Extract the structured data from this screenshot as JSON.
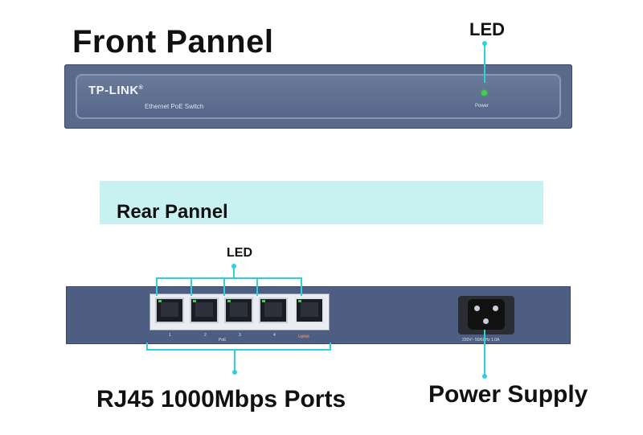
{
  "front": {
    "title": "Front Pannel",
    "led_label": "LED",
    "brand": "TP-LINK",
    "registered": "®",
    "model": "Ethernet PoE Switch",
    "power_text": "Power"
  },
  "rear": {
    "title": "Rear Pannel",
    "led_label": "LED",
    "port_numbers": [
      "1",
      "2",
      "3",
      "4"
    ],
    "poe_label": "PoE",
    "uplink_label": "Uplink",
    "power_rating": "220V~ 50/60Hz 1.0A"
  },
  "captions": {
    "ports": "RJ45 1000Mbps Ports",
    "power": "Power Supply"
  },
  "colors": {
    "accent": "#2fd0d8",
    "panel": "#5a6a8a",
    "rear_band": "#c8f2f2",
    "led": "#3fd24a"
  }
}
